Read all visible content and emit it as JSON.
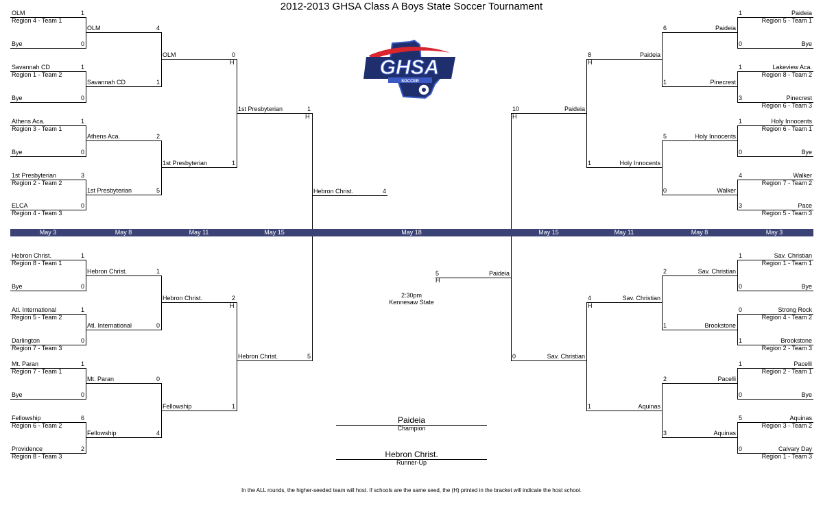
{
  "title": "2012-2013 GHSA Class A Boys State Soccer Tournament",
  "logo": {
    "wordmark": "GHSA",
    "sub": "SOCCER",
    "colors": {
      "navy": "#1f2f6e",
      "red": "#d8252e",
      "blue": "#3a59c4",
      "white": "#ffffff"
    }
  },
  "dates": [
    "May 3",
    "May 8",
    "May 11",
    "May 15",
    "May 18",
    "May 15",
    "May 11",
    "May 8",
    "May 3"
  ],
  "final": {
    "winner": "Paideia",
    "score": "5",
    "host": "H",
    "time": "2:30pm",
    "venue": "Kennesaw State"
  },
  "finalist_left": {
    "team": "Hebron Christ.",
    "score": "4"
  },
  "champion": {
    "team": "Paideia",
    "label": "Champion"
  },
  "runner_up": {
    "team": "Hebron Christ.",
    "label": "Runner-Up"
  },
  "footnote": "In the ALL rounds, the higher-seeded team will host.  If schools are the same seed, the (H) printed in the bracket will indicate the host school.",
  "left_top": {
    "r1": [
      {
        "team": "OLM",
        "seed": "Region 4 - Team 1",
        "score": "1"
      },
      {
        "team": "Bye",
        "seed": "",
        "score": "0"
      },
      {
        "team": "Savannah CD",
        "seed": "Region 1 - Team 2",
        "score": "1"
      },
      {
        "team": "Bye",
        "seed": "",
        "score": "0"
      },
      {
        "team": "Athens Aca.",
        "seed": "Region 3 - Team 1",
        "score": "1"
      },
      {
        "team": "Bye",
        "seed": "",
        "score": "0"
      },
      {
        "team": "1st Presbyterian",
        "seed": "Region 2 - Team 2",
        "score": "3"
      },
      {
        "team": "ELCA",
        "seed": "Region 4 - Team 3",
        "score": "0"
      }
    ],
    "r2": [
      {
        "team": "OLM",
        "score": "4"
      },
      {
        "team": "Savannah CD",
        "score": "1"
      },
      {
        "team": "Athens Aca.",
        "score": "2"
      },
      {
        "team": "1st Presbyterian",
        "score": "5"
      }
    ],
    "r3": [
      {
        "team": "OLM",
        "score": "0",
        "host": "H"
      },
      {
        "team": "1st Presbyterian",
        "score": "1"
      }
    ],
    "r4": {
      "team": "1st Presbyterian",
      "score": "1",
      "host": "H"
    }
  },
  "left_bottom": {
    "r1": [
      {
        "team": "Hebron Christ.",
        "seed": "Region 8 - Team 1",
        "score": "1"
      },
      {
        "team": "Bye",
        "seed": "",
        "score": "0"
      },
      {
        "team": "Atl. International",
        "seed": "Region 5 - Team 2",
        "score": "1"
      },
      {
        "team": "Darlington",
        "seed": "Region 7 - Team 3",
        "score": "0"
      },
      {
        "team": "Mt. Paran",
        "seed": "Region 7 - Team 1",
        "score": "1"
      },
      {
        "team": "Bye",
        "seed": "",
        "score": "0"
      },
      {
        "team": "Fellowship",
        "seed": "Region 6 - Team 2",
        "score": "6"
      },
      {
        "team": "Providence",
        "seed": "Region 8 - Team 3",
        "score": "2"
      }
    ],
    "r2": [
      {
        "team": "Hebron Christ.",
        "score": "1"
      },
      {
        "team": "Atl. International",
        "score": "0"
      },
      {
        "team": "Mt. Paran",
        "score": "0"
      },
      {
        "team": "Fellowship",
        "score": "4"
      }
    ],
    "r3": [
      {
        "team": "Hebron Christ.",
        "score": "2",
        "host": "H"
      },
      {
        "team": "Fellowship",
        "score": "1"
      }
    ],
    "r4": {
      "team": "Hebron Christ.",
      "score": "5"
    }
  },
  "right_top": {
    "r1": [
      {
        "team": "Paideia",
        "seed": "Region 5 - Team 1",
        "score": "1"
      },
      {
        "team": "Bye",
        "seed": "",
        "score": "0"
      },
      {
        "team": "Lakeview Aca.",
        "seed": "Region 8 - Team 2",
        "score": "1"
      },
      {
        "team": "Pinecrest",
        "seed": "Region 6 - Team 3",
        "score": "3"
      },
      {
        "team": "Holy Innocents",
        "seed": "Region 6 - Team 1",
        "score": "1"
      },
      {
        "team": "Bye",
        "seed": "",
        "score": "0"
      },
      {
        "team": "Walker",
        "seed": "Region 7 - Team 2",
        "score": "4"
      },
      {
        "team": "Pace",
        "seed": "Region 5 - Team 3",
        "score": "3"
      }
    ],
    "r2": [
      {
        "team": "Paideia",
        "score": "6"
      },
      {
        "team": "Pinecrest",
        "score": "1"
      },
      {
        "team": "Holy Innocents",
        "score": "5"
      },
      {
        "team": "Walker",
        "score": "0"
      }
    ],
    "r3": [
      {
        "team": "Paideia",
        "score": "8",
        "host": "H"
      },
      {
        "team": "Holy Innocents",
        "score": "1"
      }
    ],
    "r4": {
      "team": "Paideia",
      "score": "10",
      "host": "H"
    }
  },
  "right_bottom": {
    "r1": [
      {
        "team": "Sav. Christian",
        "seed": "Region 1 - Team 1",
        "score": "1"
      },
      {
        "team": "Bye",
        "seed": "",
        "score": "0"
      },
      {
        "team": "Strong Rock",
        "seed": "Region 4 - Team 2",
        "score": "0"
      },
      {
        "team": "Brookstone",
        "seed": "Region 2 - Team 3",
        "score": "1"
      },
      {
        "team": "Pacelli",
        "seed": "Region 2 - Team 1",
        "score": "1"
      },
      {
        "team": "Bye",
        "seed": "",
        "score": "0"
      },
      {
        "team": "Aquinas",
        "seed": "Region 3 - Team 2",
        "score": "5"
      },
      {
        "team": "Calvary Day",
        "seed": "Region 1 - Team 3",
        "score": "0"
      }
    ],
    "r2": [
      {
        "team": "Sav. Christian",
        "score": "2"
      },
      {
        "team": "Brookstone",
        "score": "1"
      },
      {
        "team": "Pacelli",
        "score": "2"
      },
      {
        "team": "Aquinas",
        "score": "3"
      }
    ],
    "r3": [
      {
        "team": "Sav. Christian",
        "score": "4",
        "host": "H"
      },
      {
        "team": "Aquinas",
        "score": "1"
      }
    ],
    "r4": {
      "team": "Sav. Christian",
      "score": "0"
    }
  }
}
